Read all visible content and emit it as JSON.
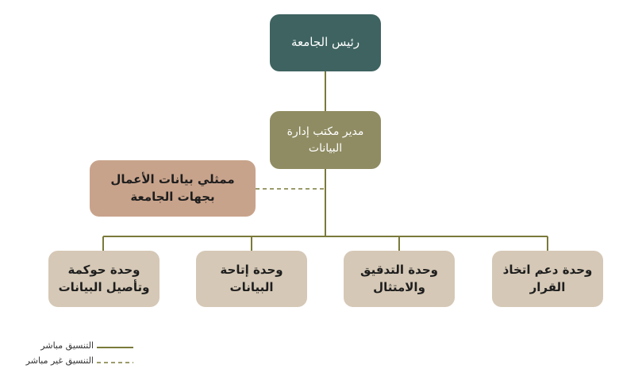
{
  "colors": {
    "president": "#3e6360",
    "director": "#8f8c63",
    "representatives": "#c8a38b",
    "unit": "#d5c8b6",
    "line": "#7a7a3a"
  },
  "nodes": {
    "president": "رئيس الجامعة",
    "director": "مدير مكتب إدارة\nالبيانات",
    "representatives": "ممثلي بيانات الأعمال\nبجهات الجامعة",
    "units": [
      "وحدة دعم اتخاذ\nالقرار",
      "وحدة التدقيق\nوالامتثال",
      "وحدة إتاحة\nالبيانات",
      "وحدة حوكمة\nوتأصيل البيانات"
    ]
  },
  "legend": {
    "direct": "التنسيق مباشر",
    "indirect": "التنسيق غير مباشر"
  }
}
